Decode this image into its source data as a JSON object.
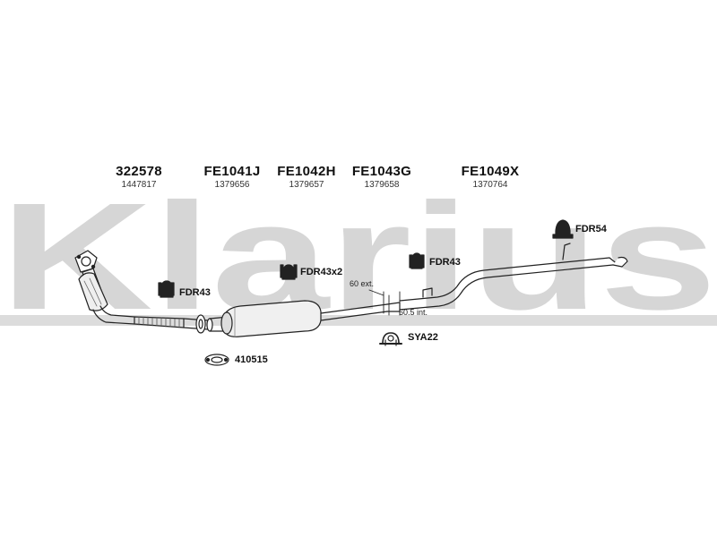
{
  "brand": {
    "watermark_text": "Klarius",
    "watermark_color": "#d4d4d4",
    "band_color": "#d9d9d9"
  },
  "parts": [
    {
      "number": "322578",
      "oem": "1447817"
    },
    {
      "number": "FE1041J",
      "oem": "1379656"
    },
    {
      "number": "FE1042H",
      "oem": "1379657"
    },
    {
      "number": "FE1043G",
      "oem": "1379658"
    },
    {
      "number": "FE1049X",
      "oem": "1370764"
    }
  ],
  "fittings": {
    "fdr54": "FDR54",
    "fdr43x2": "FDR43x2",
    "fdr43_center": "FDR43",
    "fdr43_left": "FDR43",
    "sya22": "SYA22",
    "gasket": "410515"
  },
  "dimensions": {
    "ext": "60 ext.",
    "int": "60.5 int."
  },
  "colors": {
    "line": "#222222",
    "part_text": "#111111"
  }
}
